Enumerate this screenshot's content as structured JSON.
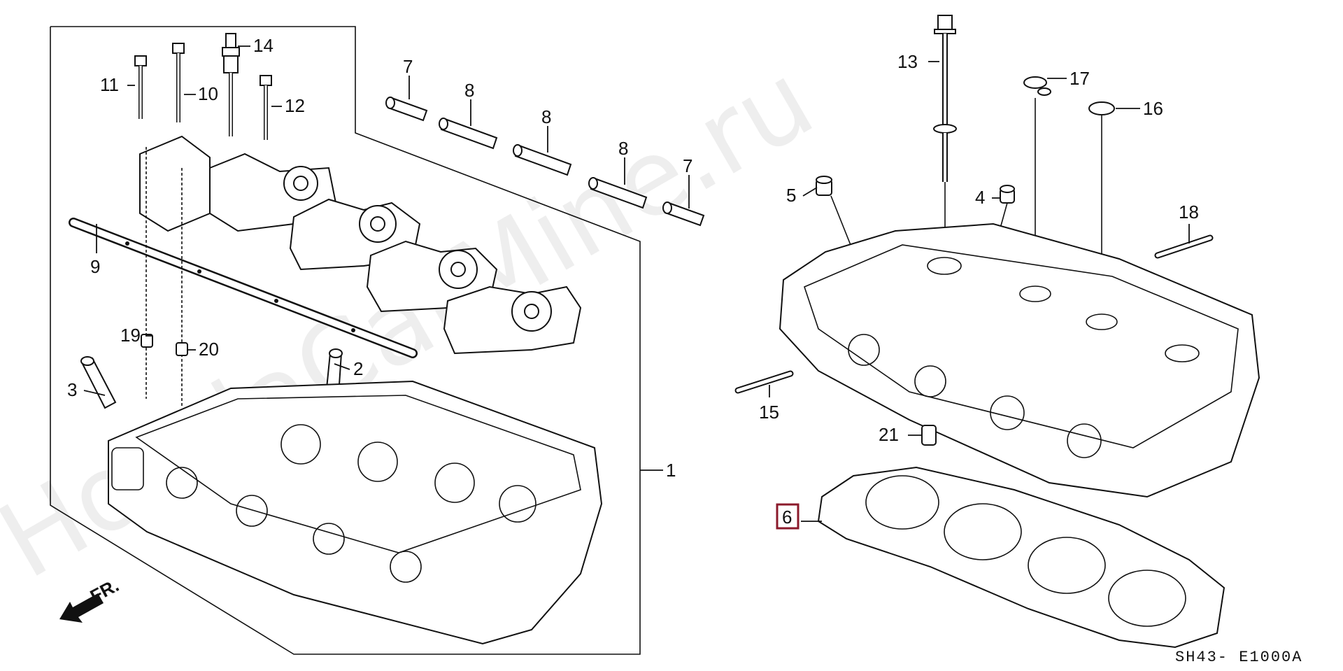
{
  "watermark": "HondaCarMine.ru",
  "diagram_code": "SH43- E1000A",
  "direction_label": "FR.",
  "colors": {
    "highlight": "#8b1a2b",
    "ink": "#111111"
  },
  "callouts": {
    "c1": "1",
    "c2": "2",
    "c3": "3",
    "c4": "4",
    "c5": "5",
    "c6": "6",
    "c7a": "7",
    "c7b": "7",
    "c8a": "8",
    "c8b": "8",
    "c8c": "8",
    "c9": "9",
    "c10": "10",
    "c11": "11",
    "c12": "12",
    "c13": "13",
    "c14": "14",
    "c15": "15",
    "c16": "16",
    "c17": "17",
    "c18": "18",
    "c19": "19",
    "c20": "20",
    "c21": "21"
  },
  "highlighted_part": "6"
}
